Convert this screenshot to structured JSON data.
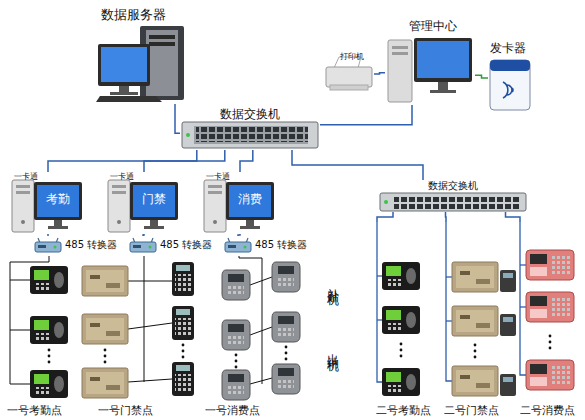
{
  "diagram": {
    "nodes": [
      {
        "text": [
          "数据服务器"
        ]
      },
      {
        "text": [
          "打印机"
        ]
      },
      {
        "text": [
          "管理中心"
        ]
      },
      {
        "text": [
          "发卡器"
        ]
      },
      {
        "text": [
          "数据交换机"
        ]
      },
      {
        "text": [
          "一卡通",
          "考勤"
        ]
      },
      {
        "text": [
          "一卡通",
          "门禁"
        ]
      },
      {
        "text": [
          "一卡通",
          "消费"
        ]
      },
      {
        "text": [
          "数据交换机"
        ]
      },
      {
        "text": [
          "485 转换器"
        ]
      },
      {
        "text": [
          "485 转换器"
        ]
      },
      {
        "text": [
          "485 转换器"
        ]
      },
      {
        "text": [
          "一号考勤点"
        ]
      },
      {
        "text": [
          "一号门禁点"
        ]
      },
      {
        "text": [
          "一号消费点"
        ]
      },
      {
        "text": [
          "二号考勤点"
        ]
      },
      {
        "text": [
          "二号门禁点"
        ]
      },
      {
        "text": [
          "二号消费点"
        ]
      }
    ],
    "edges": [
      {
        "from": 0,
        "to": 4,
        "arrow": "none"
      },
      {
        "from": 1,
        "to": 2,
        "arrow": "none"
      },
      {
        "from": 2,
        "to": 4,
        "arrow": "none"
      },
      {
        "from": 2,
        "to": 3,
        "arrow": "none"
      },
      {
        "from": 4,
        "to": 5,
        "arrow": "none"
      },
      {
        "from": 4,
        "to": 6,
        "arrow": "none"
      },
      {
        "from": 4,
        "to": 7,
        "arrow": "none"
      },
      {
        "from": 4,
        "to": 8,
        "arrow": "none"
      },
      {
        "from": 5,
        "to": 9,
        "arrow": "none"
      },
      {
        "from": 6,
        "to": 10,
        "arrow": "none"
      },
      {
        "from": 7,
        "to": 11,
        "arrow": "none"
      },
      {
        "from": 9,
        "to": 12,
        "arrow": "none"
      },
      {
        "from": 10,
        "to": 13,
        "arrow": "none"
      },
      {
        "from": 11,
        "to": 14,
        "arrow": "none"
      },
      {
        "from": 8,
        "to": 15,
        "arrow": "none"
      },
      {
        "from": 8,
        "to": 16,
        "arrow": "none"
      },
      {
        "from": 8,
        "to": 17,
        "arrow": "none"
      }
    ],
    "labels": [
      "补贴机",
      "出纳机"
    ]
  }
}
